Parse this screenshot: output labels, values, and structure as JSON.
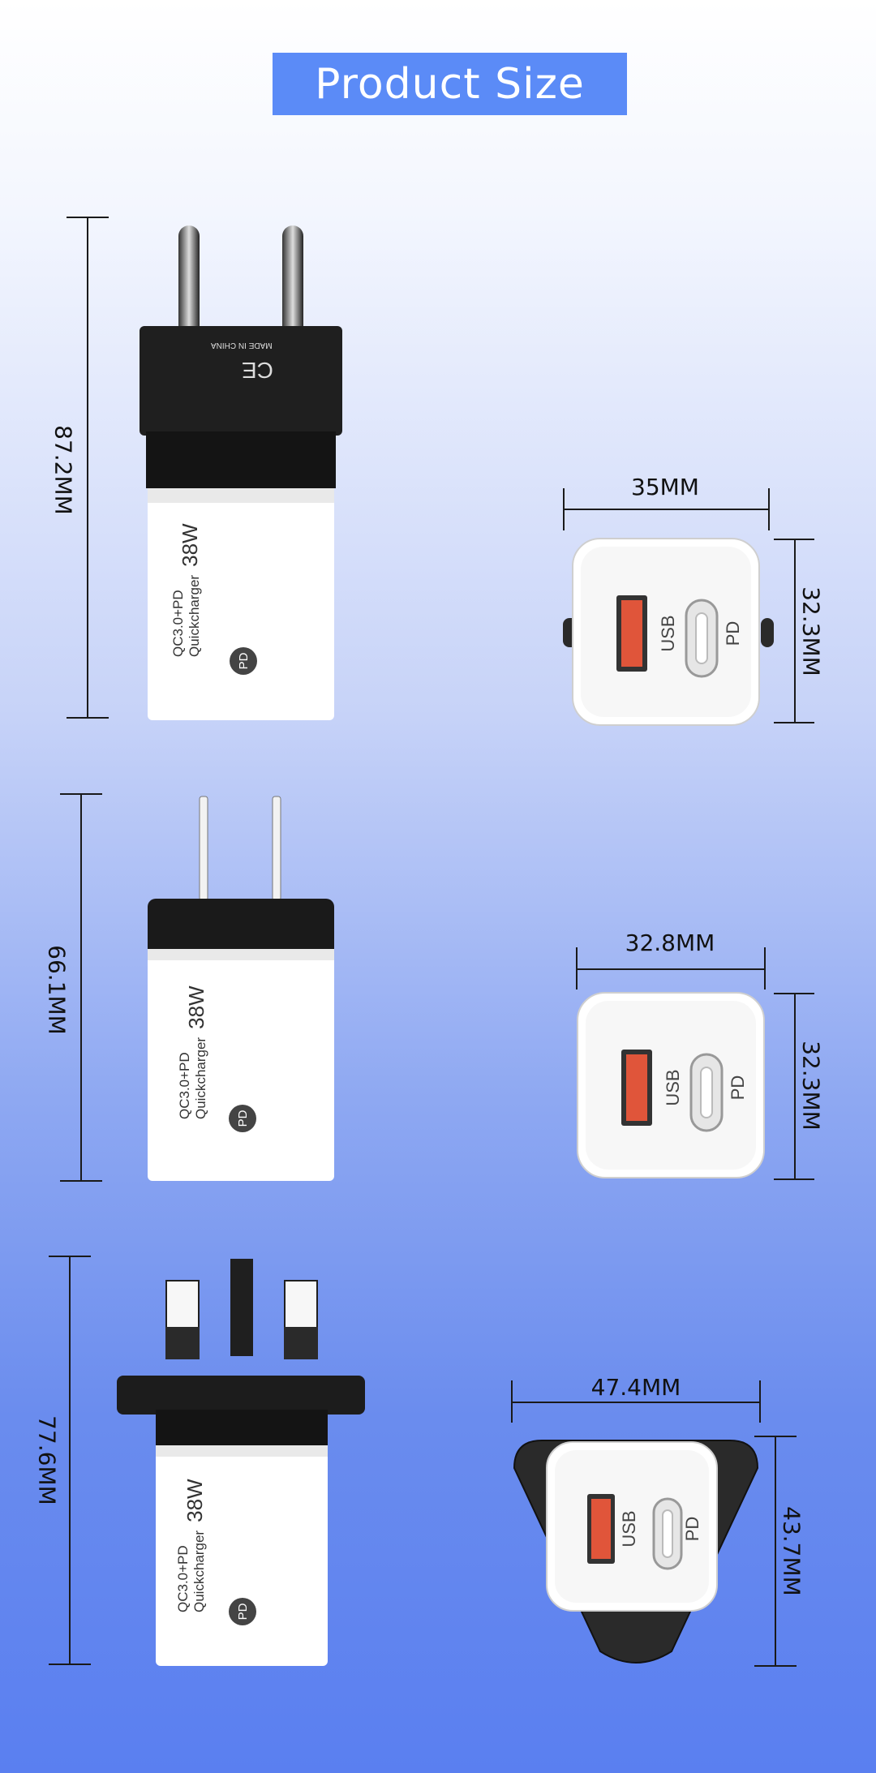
{
  "title": "Product Size",
  "charger": {
    "pd_badge": "PD",
    "line1": "QC3.0+PD",
    "line2": "Quickcharger",
    "wattage": "38W",
    "usb_label": "USB",
    "pd_label": "PD",
    "made_in": "MADE IN CHINA",
    "ce_mark": "CE"
  },
  "eu": {
    "height": "87.2MM",
    "width": "35MM",
    "depth": "32.3MM"
  },
  "us": {
    "height": "66.1MM",
    "width": "32.8MM",
    "depth": "32.3MM"
  },
  "uk": {
    "height": "77.6MM",
    "width": "47.4MM",
    "depth": "43.7MM"
  },
  "colors": {
    "banner": "#5b8bf7",
    "usb_port": "#e0553a",
    "body": "#ffffff",
    "black": "#1c1c1c"
  }
}
